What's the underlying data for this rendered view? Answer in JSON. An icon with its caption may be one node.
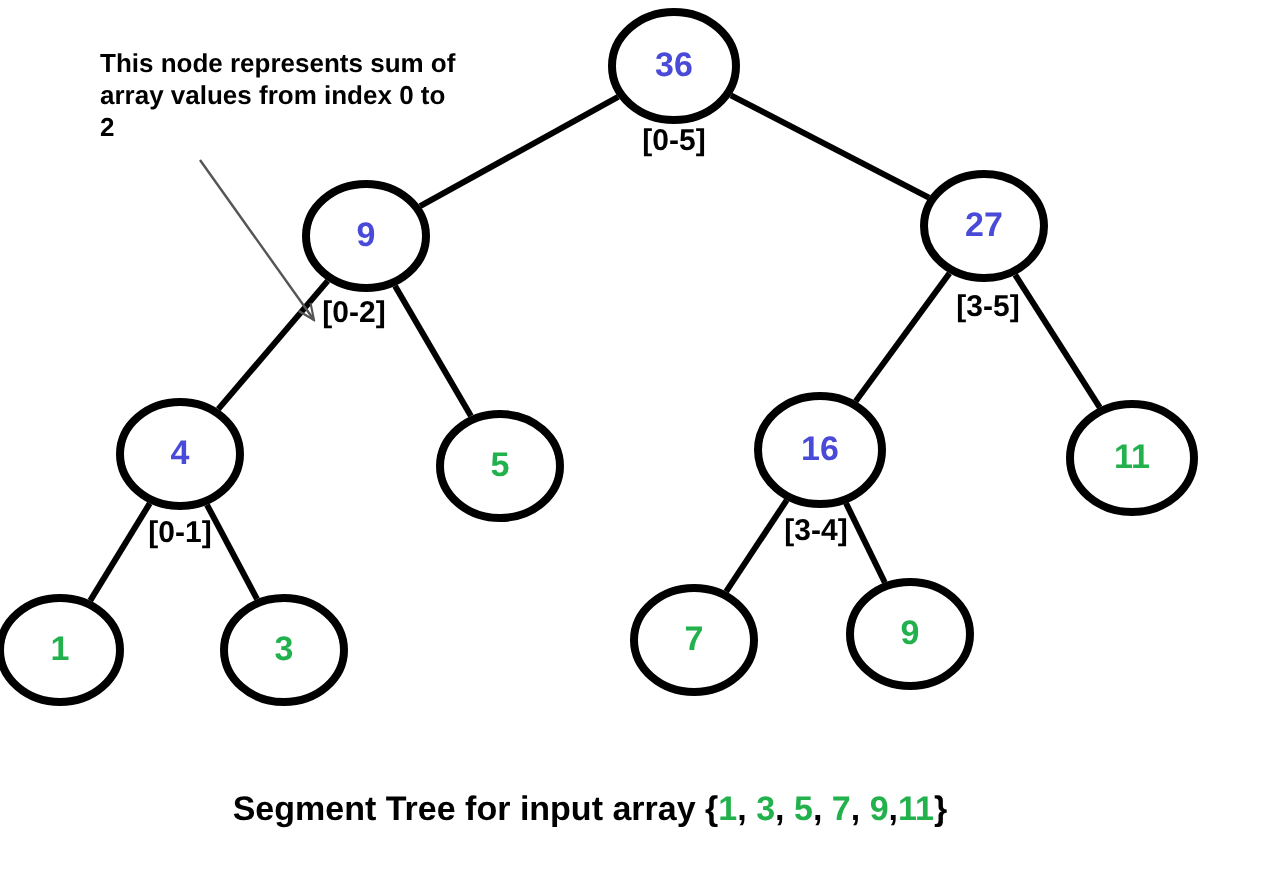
{
  "diagram": {
    "caption": "Segment Tree for input array {1, 3, 5, 7, 9,11}",
    "nodes": [
      {
        "text": [
          "36"
        ],
        "beside": [
          "[0-5]"
        ]
      },
      {
        "text": [
          "9"
        ],
        "beside": [
          "[0-2]"
        ]
      },
      {
        "text": [
          "27"
        ],
        "beside": [
          "[3-5]"
        ]
      },
      {
        "text": [
          "4"
        ],
        "beside": [
          "[0-1]"
        ]
      },
      {
        "text": [
          "5"
        ]
      },
      {
        "text": [
          "16"
        ],
        "beside": [
          "[3-4]"
        ]
      },
      {
        "text": [
          "11"
        ]
      },
      {
        "text": [
          "1"
        ]
      },
      {
        "text": [
          "3"
        ]
      },
      {
        "text": [
          "7"
        ]
      },
      {
        "text": [
          "9"
        ]
      },
      {
        "text": [
          "This node represents sum of array values from index 0 to 2"
        ]
      }
    ],
    "edges": [
      {
        "from": 0,
        "to": 1,
        "arrow": "none"
      },
      {
        "from": 0,
        "to": 2,
        "arrow": "none"
      },
      {
        "from": 1,
        "to": 3,
        "arrow": "none"
      },
      {
        "from": 1,
        "to": 4,
        "arrow": "none"
      },
      {
        "from": 2,
        "to": 5,
        "arrow": "none"
      },
      {
        "from": 2,
        "to": 6,
        "arrow": "none"
      },
      {
        "from": 3,
        "to": 7,
        "arrow": "none"
      },
      {
        "from": 3,
        "to": 8,
        "arrow": "none"
      },
      {
        "from": 5,
        "to": 9,
        "arrow": "none"
      },
      {
        "from": 5,
        "to": 10,
        "arrow": "none"
      },
      {
        "from": 11,
        "to": 1,
        "arrow": "to",
        "color": "#555555"
      }
    ]
  }
}
